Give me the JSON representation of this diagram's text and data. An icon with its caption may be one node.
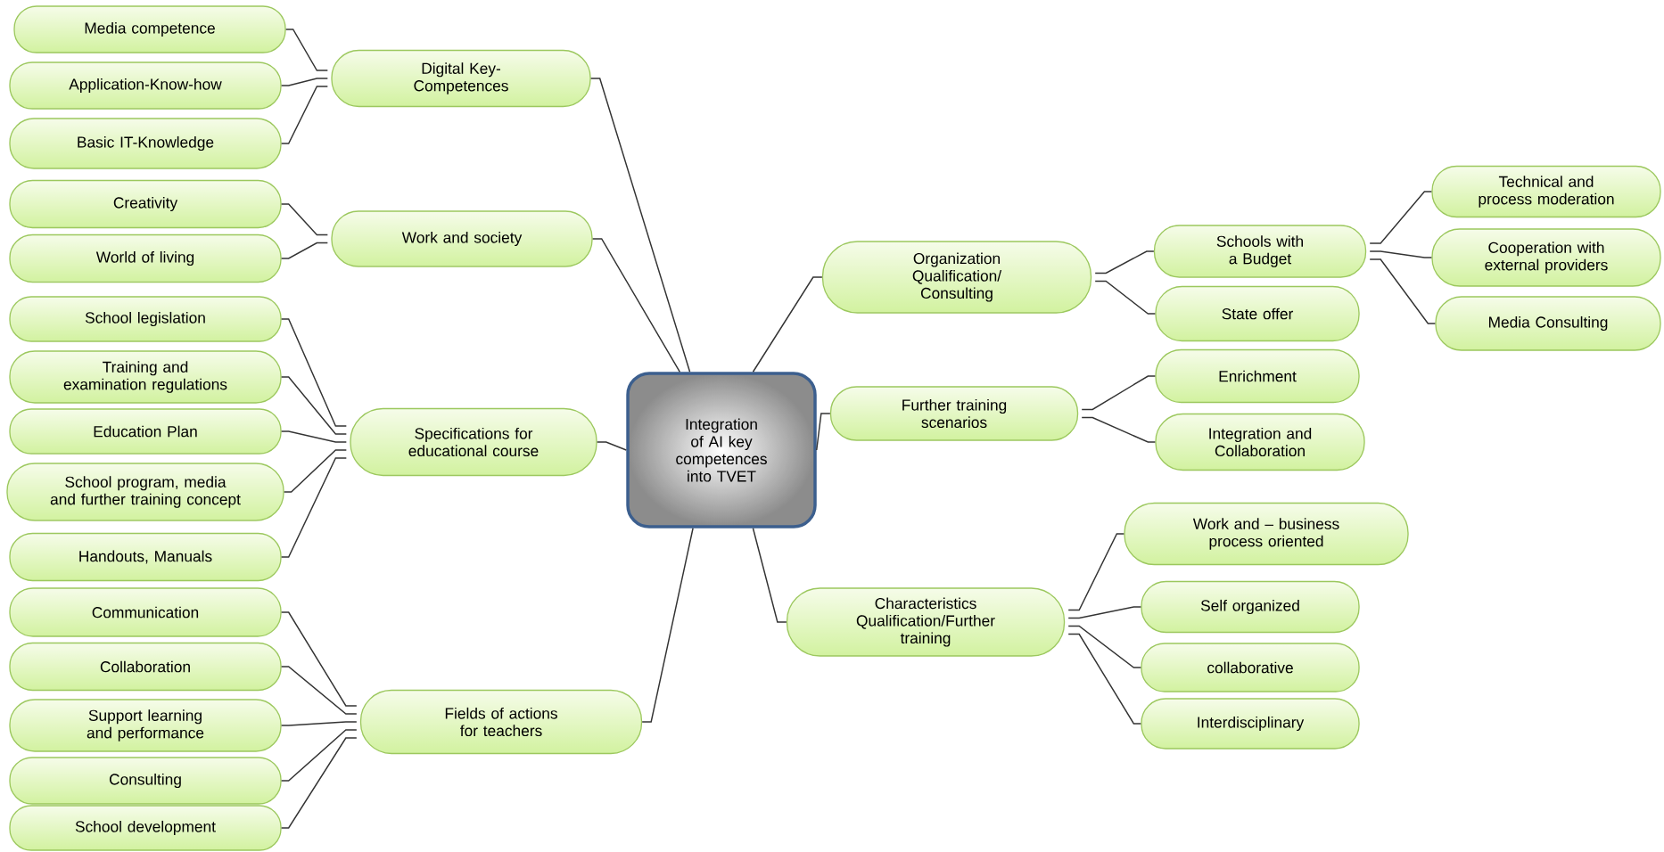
{
  "diagram": {
    "nodes": [
      {
        "text": [
          "Integration of AI key competences into TVET"
        ]
      },
      {
        "text": [
          "Digital Key-Competences"
        ]
      },
      {
        "text": [
          "Work and society"
        ]
      },
      {
        "text": [
          "Specifications for educational course"
        ]
      },
      {
        "text": [
          "Fields of actions for teachers"
        ]
      },
      {
        "text": [
          "Organization Qualification/ Consulting"
        ]
      },
      {
        "text": [
          "Further training scenarios"
        ]
      },
      {
        "text": [
          "Characteristics Qualification/Further training"
        ]
      },
      {
        "text": [
          "Media competence"
        ]
      },
      {
        "text": [
          "Application-Know-how"
        ]
      },
      {
        "text": [
          "Basic IT-Knowledge"
        ]
      },
      {
        "text": [
          "Creativity"
        ]
      },
      {
        "text": [
          "World of living"
        ]
      },
      {
        "text": [
          "School legislation"
        ]
      },
      {
        "text": [
          "Training and examination regulations"
        ]
      },
      {
        "text": [
          "Education Plan"
        ]
      },
      {
        "text": [
          "School program, media and further training concept"
        ]
      },
      {
        "text": [
          "Handouts, Manuals"
        ]
      },
      {
        "text": [
          "Communication"
        ]
      },
      {
        "text": [
          "Collaboration"
        ]
      },
      {
        "text": [
          "Support learning and performance"
        ]
      },
      {
        "text": [
          "Consulting"
        ]
      },
      {
        "text": [
          "School development"
        ]
      },
      {
        "text": [
          "Schools with a Budget"
        ]
      },
      {
        "text": [
          "State offer"
        ]
      },
      {
        "text": [
          "Technical and process moderation"
        ]
      },
      {
        "text": [
          "Cooperation with external providers"
        ]
      },
      {
        "text": [
          "Media Consulting"
        ]
      },
      {
        "text": [
          "Enrichment"
        ]
      },
      {
        "text": [
          "Integration and Collaboration"
        ]
      },
      {
        "text": [
          "Work and – business process oriented"
        ]
      },
      {
        "text": [
          "Self organized"
        ]
      },
      {
        "text": [
          "collaborative"
        ]
      },
      {
        "text": [
          "Interdisciplinary"
        ]
      }
    ],
    "edges": [
      {
        "from": 0,
        "to": 1,
        "arrow": "none"
      },
      {
        "from": 0,
        "to": 2,
        "arrow": "none"
      },
      {
        "from": 0,
        "to": 3,
        "arrow": "none"
      },
      {
        "from": 0,
        "to": 4,
        "arrow": "none"
      },
      {
        "from": 0,
        "to": 5,
        "arrow": "none"
      },
      {
        "from": 0,
        "to": 6,
        "arrow": "none"
      },
      {
        "from": 0,
        "to": 7,
        "arrow": "none"
      },
      {
        "from": 1,
        "to": 8,
        "arrow": "none"
      },
      {
        "from": 1,
        "to": 9,
        "arrow": "none"
      },
      {
        "from": 1,
        "to": 10,
        "arrow": "none"
      },
      {
        "from": 2,
        "to": 11,
        "arrow": "none"
      },
      {
        "from": 2,
        "to": 12,
        "arrow": "none"
      },
      {
        "from": 3,
        "to": 13,
        "arrow": "none"
      },
      {
        "from": 3,
        "to": 14,
        "arrow": "none"
      },
      {
        "from": 3,
        "to": 15,
        "arrow": "none"
      },
      {
        "from": 3,
        "to": 16,
        "arrow": "none"
      },
      {
        "from": 3,
        "to": 17,
        "arrow": "none"
      },
      {
        "from": 4,
        "to": 18,
        "arrow": "none"
      },
      {
        "from": 4,
        "to": 19,
        "arrow": "none"
      },
      {
        "from": 4,
        "to": 20,
        "arrow": "none"
      },
      {
        "from": 4,
        "to": 21,
        "arrow": "none"
      },
      {
        "from": 4,
        "to": 22,
        "arrow": "none"
      },
      {
        "from": 5,
        "to": 23,
        "arrow": "none"
      },
      {
        "from": 5,
        "to": 24,
        "arrow": "none"
      },
      {
        "from": 23,
        "to": 25,
        "arrow": "none"
      },
      {
        "from": 23,
        "to": 26,
        "arrow": "none"
      },
      {
        "from": 23,
        "to": 27,
        "arrow": "none"
      },
      {
        "from": 6,
        "to": 28,
        "arrow": "none"
      },
      {
        "from": 6,
        "to": 29,
        "arrow": "none"
      },
      {
        "from": 7,
        "to": 30,
        "arrow": "none"
      },
      {
        "from": 7,
        "to": 31,
        "arrow": "none"
      },
      {
        "from": 7,
        "to": 32,
        "arrow": "none"
      },
      {
        "from": 7,
        "to": 33,
        "arrow": "none"
      }
    ]
  }
}
